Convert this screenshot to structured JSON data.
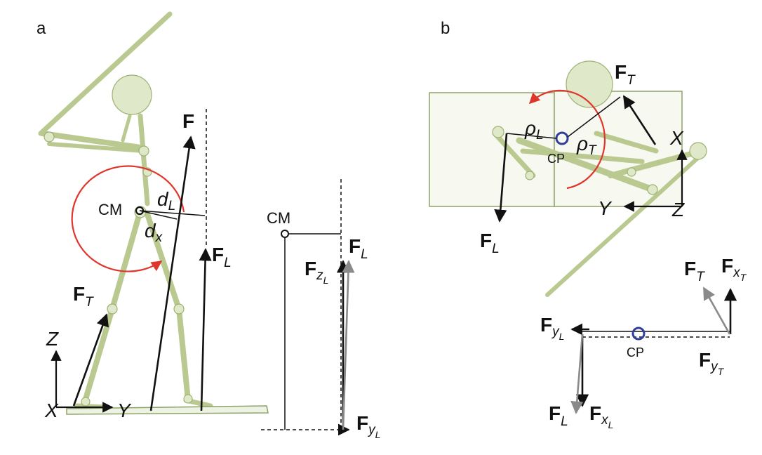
{
  "panels": {
    "a": {
      "label": "a"
    },
    "b": {
      "label": "b"
    }
  },
  "labels": {
    "F": "F",
    "F_L_main": "F",
    "F_L_sub": "L",
    "F_T_main": "F",
    "F_T_sub": "T",
    "d_L_main": "d",
    "d_L_sub": "L",
    "d_x_main": "d",
    "d_x_sub": "x",
    "CM": "CM",
    "axis_Z": "Z",
    "axis_X": "X",
    "axis_Y": "Y",
    "Fz_main": "F",
    "Fz_sub": "z",
    "Fz_subsub": "L",
    "FL_right_main": "F",
    "FL_right_sub": "L",
    "Fy_main": "F",
    "Fy_sub": "y",
    "Fy_subsub": "L",
    "b_FT_main": "F",
    "b_FT_sub": "T",
    "rho_L_main": "ρ",
    "rho_L_sub": "L",
    "rho_T_main": "ρ",
    "rho_T_sub": "T",
    "CP": "CP",
    "b_FL_main": "F",
    "b_FL_sub": "L",
    "b_axis_X": "X",
    "b_axis_Y": "Y",
    "b_axis_Z": "Z",
    "b2_FT_main": "F",
    "b2_FT_sub": "T",
    "b2_FxT_main": "F",
    "b2_FxT_sub": "x",
    "b2_FxT_subsub": "T",
    "b2_FyL_main": "F",
    "b2_FyL_sub": "y",
    "b2_FyL_subsub": "L",
    "b2_CP": "CP",
    "b2_FyT_main": "F",
    "b2_FyT_sub": "y",
    "b2_FyT_subsub": "T",
    "b2_FL_main": "F",
    "b2_FL_sub": "L",
    "b2_FxL_main": "F",
    "b2_FxL_sub": "x",
    "b2_FxL_subsub": "L"
  },
  "colors": {
    "arrow": "#111111",
    "grey_arrow": "#8a8a8a",
    "rotation": "#e0352b",
    "center_of_pressure": "#2f3f9e",
    "skeleton": "#b9c98f",
    "plate": "#8da26a"
  }
}
